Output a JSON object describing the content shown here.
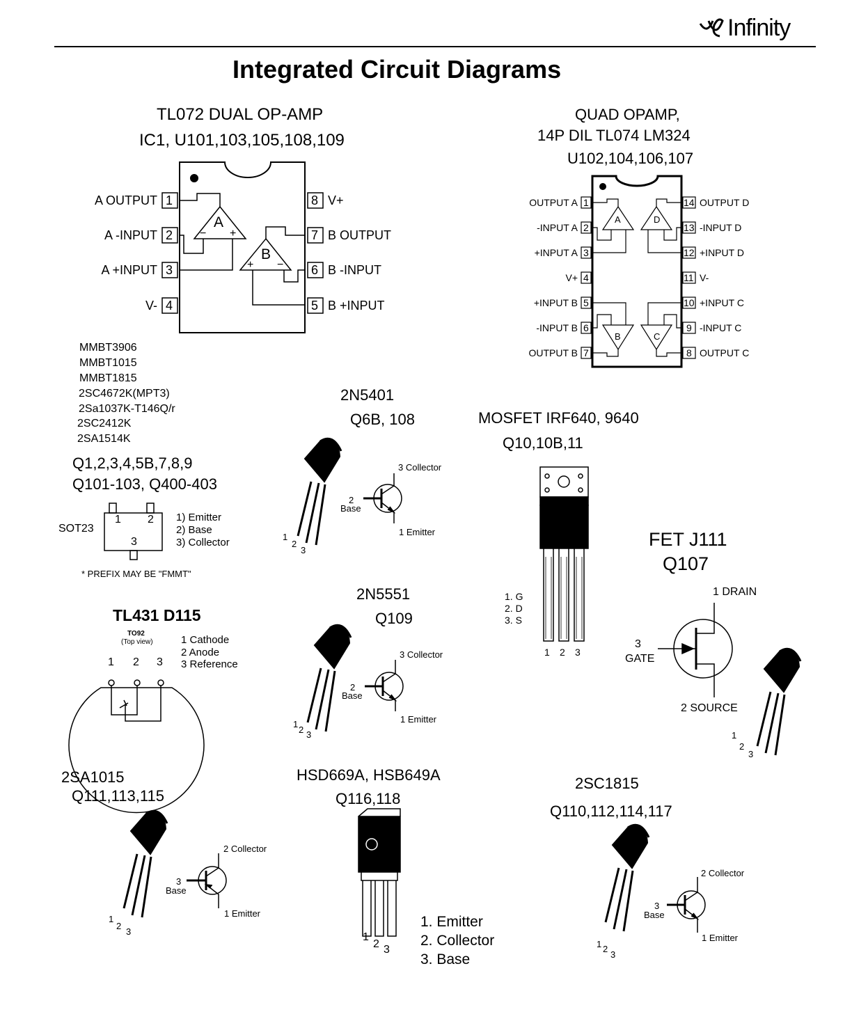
{
  "header": {
    "brand": "Infinity",
    "title": "Integrated Circuit Diagrams"
  },
  "tl072": {
    "title": "TL072 DUAL OP-AMP",
    "refs": "IC1, U101,103,105,108,109",
    "pins_left": [
      {
        "num": "1",
        "label": "A OUTPUT"
      },
      {
        "num": "2",
        "label": "A -INPUT"
      },
      {
        "num": "3",
        "label": "A +INPUT"
      },
      {
        "num": "4",
        "label": "V-"
      }
    ],
    "pins_right": [
      {
        "num": "8",
        "label": "V+"
      },
      {
        "num": "7",
        "label": "B OUTPUT"
      },
      {
        "num": "6",
        "label": "B -INPUT"
      },
      {
        "num": "5",
        "label": "B +INPUT"
      }
    ],
    "amp_a": "A",
    "amp_b": "B",
    "minus": "−",
    "plus": "+"
  },
  "quad": {
    "title": "QUAD  OPAMP,",
    "subtitle": "14P DIL  TL074  LM324",
    "refs": "U102,104,106,107",
    "pins_left": [
      {
        "num": "1",
        "label": "OUTPUT A"
      },
      {
        "num": "2",
        "label": "-INPUT A"
      },
      {
        "num": "3",
        "label": "+INPUT A"
      },
      {
        "num": "4",
        "label": "V+"
      },
      {
        "num": "5",
        "label": "+INPUT B"
      },
      {
        "num": "6",
        "label": "-INPUT B"
      },
      {
        "num": "7",
        "label": "OUTPUT B"
      }
    ],
    "pins_right": [
      {
        "num": "14",
        "label": "OUTPUT D"
      },
      {
        "num": "13",
        "label": "-INPUT D"
      },
      {
        "num": "12",
        "label": "+INPUT D"
      },
      {
        "num": "11",
        "label": "V-"
      },
      {
        "num": "10",
        "label": "+INPUT C"
      },
      {
        "num": "9",
        "label": "-INPUT C"
      },
      {
        "num": "8",
        "label": "OUTPUT C"
      }
    ],
    "amps": [
      "A",
      "D",
      "B",
      "C"
    ]
  },
  "sot23": {
    "parts": [
      "MMBT3906",
      "MMBT1015",
      "MMBT1815",
      "2SC4672K(MPT3)",
      "2Sa1037K-T146Q/r",
      "2SC2412K",
      "2SA1514K"
    ],
    "refs1": "Q1,2,3,4,5B,7,8,9",
    "refs2": "Q101-103, Q400-403",
    "package": "SOT23",
    "pins": [
      "1",
      "2",
      "3"
    ],
    "legend": [
      "1) Emitter",
      "2) Base",
      "3) Collector"
    ],
    "note": "*  PREFIX MAY BE \"FMMT\""
  },
  "q2n5401": {
    "part": "2N5401",
    "refs": "Q6B, 108",
    "collector": "3 Collector",
    "base_num": "2",
    "base": "Base",
    "emitter": "1 Emitter",
    "leads": [
      "1",
      "2",
      "3"
    ]
  },
  "mosfet": {
    "title": "MOSFET  IRF640, 9640",
    "refs": "Q10,10B,11",
    "legend": [
      "1. G",
      "2. D",
      "3. S"
    ],
    "leads": [
      "1",
      "2",
      "3"
    ]
  },
  "fet": {
    "title": "FET J111",
    "refs": "Q107",
    "drain": "1 DRAIN",
    "gate_num": "3",
    "gate": "GATE",
    "source": "2 SOURCE",
    "leads": [
      "1",
      "2",
      "3"
    ]
  },
  "tl431": {
    "title": "TL431   D115",
    "pkg": "TO92",
    "view": "(Top view)",
    "legend": [
      "1 Cathode",
      "2 Anode",
      "3 Reference"
    ],
    "pins": [
      "1",
      "2",
      "3"
    ]
  },
  "q2n5551": {
    "part": "2N5551",
    "refs": "Q109",
    "collector": "3 Collector",
    "base_num": "2",
    "base": "Base",
    "emitter": "1 Emitter",
    "leads": [
      "1",
      "2",
      "3"
    ]
  },
  "q2sa1015": {
    "part": "2SA1015",
    "refs": "Q111,113,115",
    "collector": "2 Collector",
    "base_num": "3",
    "base": "Base",
    "emitter": "1 Emitter",
    "leads": [
      "1",
      "2",
      "3"
    ]
  },
  "hsd": {
    "part": "HSD669A, HSB649A",
    "refs": "Q116,118",
    "legend": [
      "1. Emitter",
      "2. Collector",
      "3. Base"
    ],
    "leads": [
      "1",
      "2",
      "3"
    ]
  },
  "q2sc1815": {
    "part": "2SC1815",
    "refs": "Q110,112,114,117",
    "collector": "2 Collector",
    "base_num": "3",
    "base": "Base",
    "emitter": "1 Emitter",
    "leads": [
      "1",
      "2",
      "3"
    ]
  }
}
